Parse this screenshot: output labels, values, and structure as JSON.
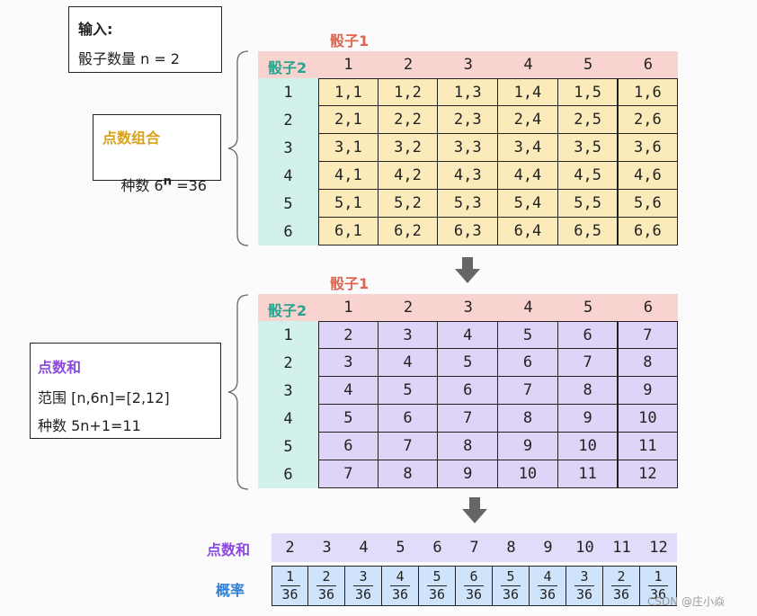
{
  "input_box": {
    "title": "输入:",
    "line": "骰子数量 n = 2"
  },
  "combo_box": {
    "title": "点数组合",
    "line_prefix": "种数 6",
    "line_sup": "n",
    "line_suffix": " =36"
  },
  "sum_box": {
    "title": "点数和",
    "line1": "范围 [n,6n]=[2,12]",
    "line2": "种数 5n+1=11"
  },
  "dice1_label": "骰子1",
  "dice2_label": "骰子2",
  "col_headers": [
    "1",
    "2",
    "3",
    "4",
    "5",
    "6"
  ],
  "row_headers": [
    "1",
    "2",
    "3",
    "4",
    "5",
    "6"
  ],
  "combo_table": [
    [
      "1,1",
      "1,2",
      "1,3",
      "1,4",
      "1,5",
      "1,6"
    ],
    [
      "2,1",
      "2,2",
      "2,3",
      "2,4",
      "2,5",
      "2,6"
    ],
    [
      "3,1",
      "3,2",
      "3,3",
      "3,4",
      "3,5",
      "3,6"
    ],
    [
      "4,1",
      "4,2",
      "4,3",
      "4,4",
      "4,5",
      "4,6"
    ],
    [
      "5,1",
      "5,2",
      "5,3",
      "5,4",
      "5,5",
      "5,6"
    ],
    [
      "6,1",
      "6,2",
      "6,3",
      "6,4",
      "6,5",
      "6,6"
    ]
  ],
  "sum_table": [
    [
      "2",
      "3",
      "4",
      "5",
      "6",
      "7"
    ],
    [
      "3",
      "4",
      "5",
      "6",
      "7",
      "8"
    ],
    [
      "4",
      "5",
      "6",
      "7",
      "8",
      "9"
    ],
    [
      "5",
      "6",
      "7",
      "8",
      "9",
      "10"
    ],
    [
      "6",
      "7",
      "8",
      "9",
      "10",
      "11"
    ],
    [
      "7",
      "8",
      "9",
      "10",
      "11",
      "12"
    ]
  ],
  "prob_row": {
    "sum_label": "点数和",
    "prob_label": "概率",
    "sums": [
      "2",
      "3",
      "4",
      "5",
      "6",
      "7",
      "8",
      "9",
      "10",
      "11",
      "12"
    ],
    "numerators": [
      "1",
      "2",
      "3",
      "4",
      "5",
      "6",
      "5",
      "4",
      "3",
      "2",
      "1"
    ],
    "denominator": "36"
  },
  "watermark": "CSDN @庄小焱",
  "colors": {
    "header_red": "#f9d3cf",
    "row_teal": "#d2f1ec",
    "combo_yellow": "#fcebba",
    "sum_purple": "#ddd4f7",
    "prob_blue": "#cfe4fa"
  }
}
